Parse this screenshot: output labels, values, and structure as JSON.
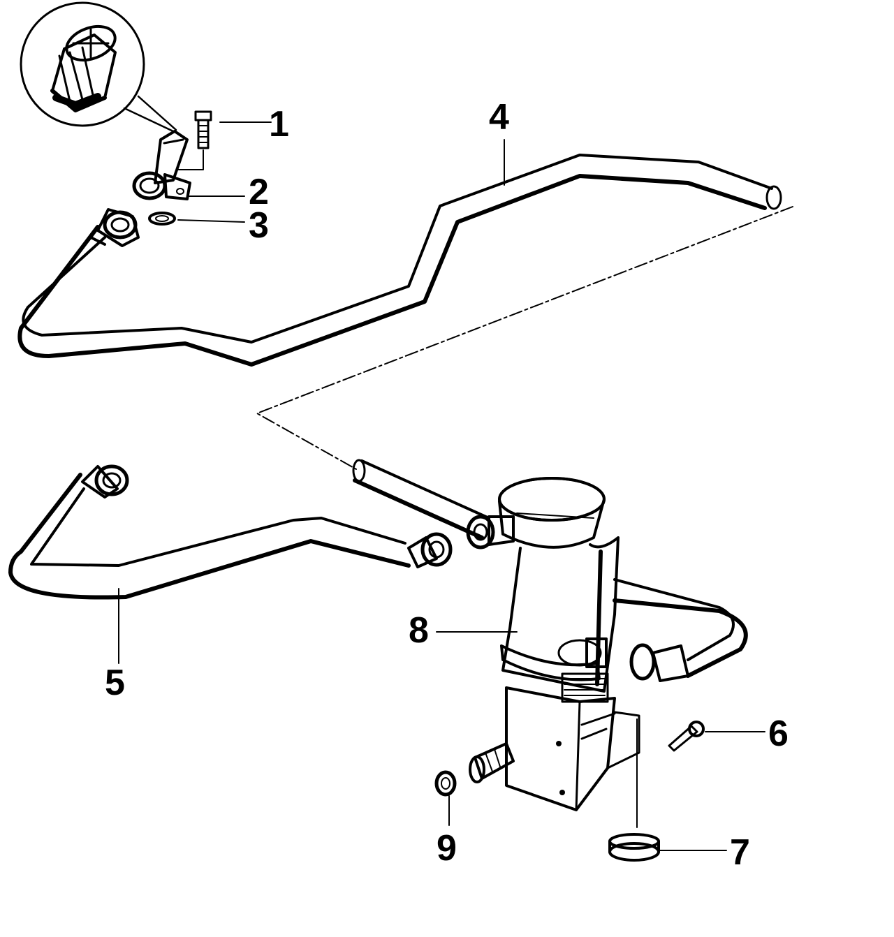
{
  "diagram": {
    "callouts": [
      {
        "id": "1",
        "label": "1"
      },
      {
        "id": "2",
        "label": "2"
      },
      {
        "id": "3",
        "label": "3"
      },
      {
        "id": "4",
        "label": "4"
      },
      {
        "id": "5",
        "label": "5"
      },
      {
        "id": "6",
        "label": "6"
      },
      {
        "id": "7",
        "label": "7"
      },
      {
        "id": "8",
        "label": "8"
      },
      {
        "id": "9",
        "label": "9"
      }
    ]
  },
  "colors": {
    "ink": "#000000",
    "paper": "#ffffff"
  }
}
